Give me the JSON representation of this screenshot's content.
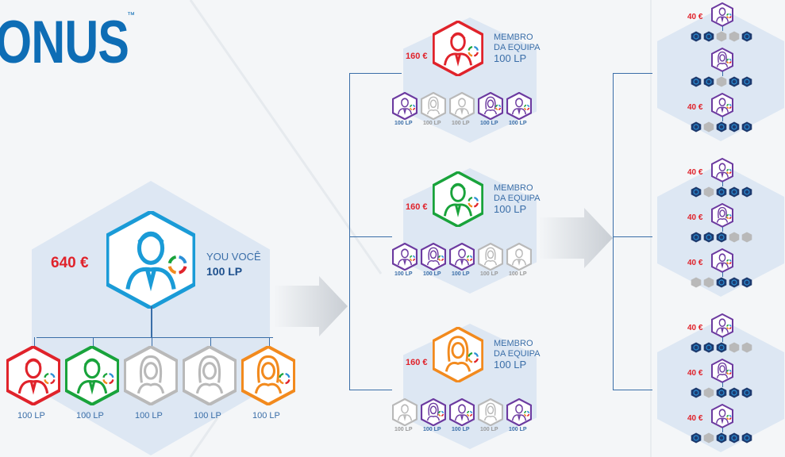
{
  "logo": {
    "text": "ONUS",
    "tm": "™"
  },
  "you": {
    "amount": "640 €",
    "name": "YOU VOCÊ",
    "points": "100 LP"
  },
  "you_team": [
    {
      "color": "#e0232b",
      "lp": "100 LP",
      "gender": "male"
    },
    {
      "color": "#19a33b",
      "lp": "100 LP",
      "gender": "male"
    },
    {
      "color": "#b9b9b9",
      "lp": "100 LP",
      "gender": "female"
    },
    {
      "color": "#b9b9b9",
      "lp": "100 LP",
      "gender": "female"
    },
    {
      "color": "#f28a1e",
      "lp": "100 LP",
      "gender": "female"
    }
  ],
  "members": [
    {
      "amount": "160 €",
      "label1": "MEMBRO",
      "label2": "DA EQUIPA",
      "points": "100 LP",
      "color": "#e0232b",
      "subs": [
        {
          "c": "#6c3aa0",
          "lp": "100 LP"
        },
        {
          "c": "#b9b9b9",
          "lp": "100 LP"
        },
        {
          "c": "#b9b9b9",
          "lp": "100 LP"
        },
        {
          "c": "#6c3aa0",
          "lp": "100 LP"
        },
        {
          "c": "#6c3aa0",
          "lp": "100 LP"
        }
      ]
    },
    {
      "amount": "160 €",
      "label1": "MEMBRO",
      "label2": "DA EQUIPA",
      "points": "100 LP",
      "color": "#19a33b",
      "subs": [
        {
          "c": "#6c3aa0",
          "lp": "100 LP"
        },
        {
          "c": "#6c3aa0",
          "lp": "100 LP"
        },
        {
          "c": "#6c3aa0",
          "lp": "100 LP"
        },
        {
          "c": "#b9b9b9",
          "lp": "100 LP"
        },
        {
          "c": "#b9b9b9",
          "lp": "100 LP"
        }
      ]
    },
    {
      "amount": "160 €",
      "label1": "MEMBRO",
      "label2": "DA EQUIPA",
      "points": "100 LP",
      "color": "#f28a1e",
      "subs": [
        {
          "c": "#b9b9b9",
          "lp": "100 LP"
        },
        {
          "c": "#6c3aa0",
          "lp": "100 LP"
        },
        {
          "c": "#6c3aa0",
          "lp": "100 LP"
        },
        {
          "c": "#b9b9b9",
          "lp": "100 LP"
        },
        {
          "c": "#6c3aa0",
          "lp": "100 LP"
        }
      ]
    }
  ],
  "sub_groups": [
    {
      "rows": [
        {
          "amount": "40 €",
          "dots": [
            "#1d3a6e",
            "#1d3a6e",
            "#b9b9b9",
            "#b9b9b9",
            "#1d3a6e"
          ]
        },
        {
          "amount": "",
          "dots": [
            "#1d3a6e",
            "#1d3a6e",
            "#b9b9b9",
            "#1d3a6e",
            "#1d3a6e"
          ]
        },
        {
          "amount": "40 €",
          "dots": [
            "#1d3a6e",
            "#b9b9b9",
            "#1d3a6e",
            "#1d3a6e",
            "#1d3a6e"
          ]
        }
      ]
    },
    {
      "rows": [
        {
          "amount": "40 €",
          "dots": [
            "#1d3a6e",
            "#b9b9b9",
            "#1d3a6e",
            "#1d3a6e",
            "#1d3a6e"
          ]
        },
        {
          "amount": "40 €",
          "dots": [
            "#1d3a6e",
            "#1d3a6e",
            "#1d3a6e",
            "#b9b9b9",
            "#b9b9b9"
          ]
        },
        {
          "amount": "40 €",
          "dots": [
            "#b9b9b9",
            "#b9b9b9",
            "#1d3a6e",
            "#1d3a6e",
            "#1d3a6e"
          ]
        }
      ]
    },
    {
      "rows": [
        {
          "amount": "40 €",
          "dots": [
            "#1d3a6e",
            "#1d3a6e",
            "#1d3a6e",
            "#b9b9b9",
            "#b9b9b9"
          ]
        },
        {
          "amount": "40 €",
          "dots": [
            "#1d3a6e",
            "#b9b9b9",
            "#1d3a6e",
            "#1d3a6e",
            "#1d3a6e"
          ]
        },
        {
          "amount": "40 €",
          "dots": [
            "#1d3a6e",
            "#b9b9b9",
            "#1d3a6e",
            "#1d3a6e",
            "#1d3a6e"
          ]
        }
      ]
    }
  ]
}
